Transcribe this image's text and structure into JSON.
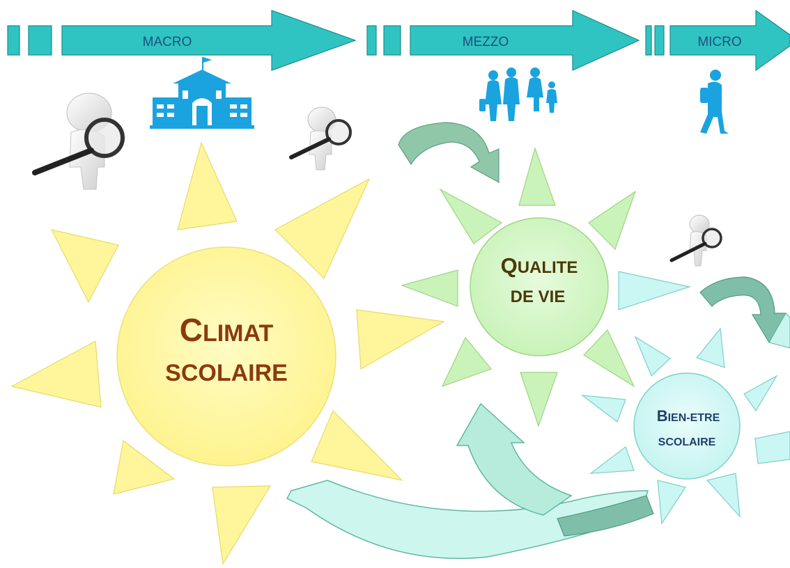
{
  "banner": {
    "arrows": [
      {
        "label": "MACRO"
      },
      {
        "label": "MEZZO"
      },
      {
        "label": "MICRO"
      }
    ]
  },
  "suns": [
    {
      "line1_initial": "C",
      "line1_rest": "LIMAT",
      "line2": "SCOLAIRE"
    },
    {
      "line1_initial": "Q",
      "line1_rest": "UALITE",
      "line2": "DE VIE"
    },
    {
      "line1_initial": "B",
      "line1_rest": "IEN-ETRE",
      "line2": "SCOLAIRE"
    }
  ],
  "icons": [
    "school-building-icon",
    "family-group-icon",
    "walking-child-icon",
    "magnifier-figure-icon",
    "curved-arrow-icon"
  ],
  "colors": {
    "banner": "#2fc4c2",
    "banner_text": "#1f4f7a",
    "icon_blue": "#1aa3df",
    "climat_fill": "#fff79a",
    "climat_text": "#8b3a10",
    "qualite_fill": "#cdf6c0",
    "qualite_text": "#4a3a08",
    "bien_fill": "#cbf7f4",
    "bien_text": "#1f3f6b",
    "arrow_teal": "#7fbfaa",
    "arrow_light": "#c9f5ef"
  }
}
